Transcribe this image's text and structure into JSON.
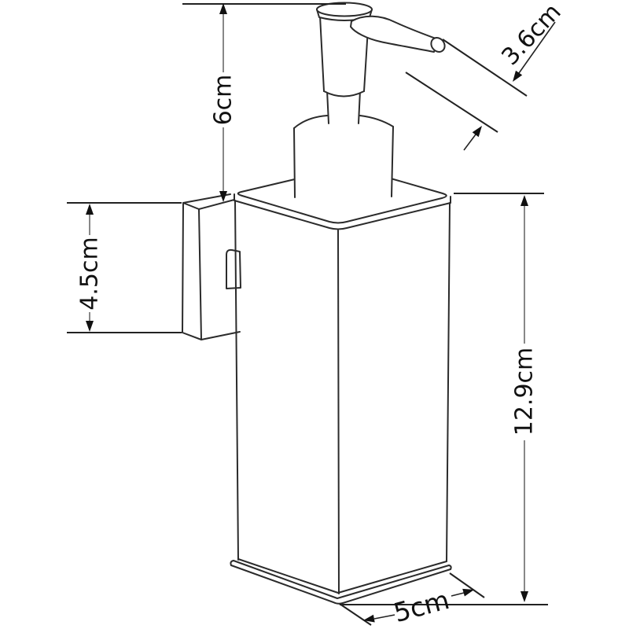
{
  "figure": {
    "description": "Dimensioned line drawing of a wall-mounted square soap dispenser with pump top",
    "background": "#ffffff",
    "line_color": "#2b2b2b",
    "dimension_color": "#111111"
  },
  "dimensions": {
    "pump_height": {
      "label": "6cm"
    },
    "spout_diameter": {
      "label": "3.6cm"
    },
    "bracket_height": {
      "label": "4.5cm"
    },
    "body_height": {
      "label": "12.9cm"
    },
    "base_depth": {
      "label": "5cm"
    }
  }
}
